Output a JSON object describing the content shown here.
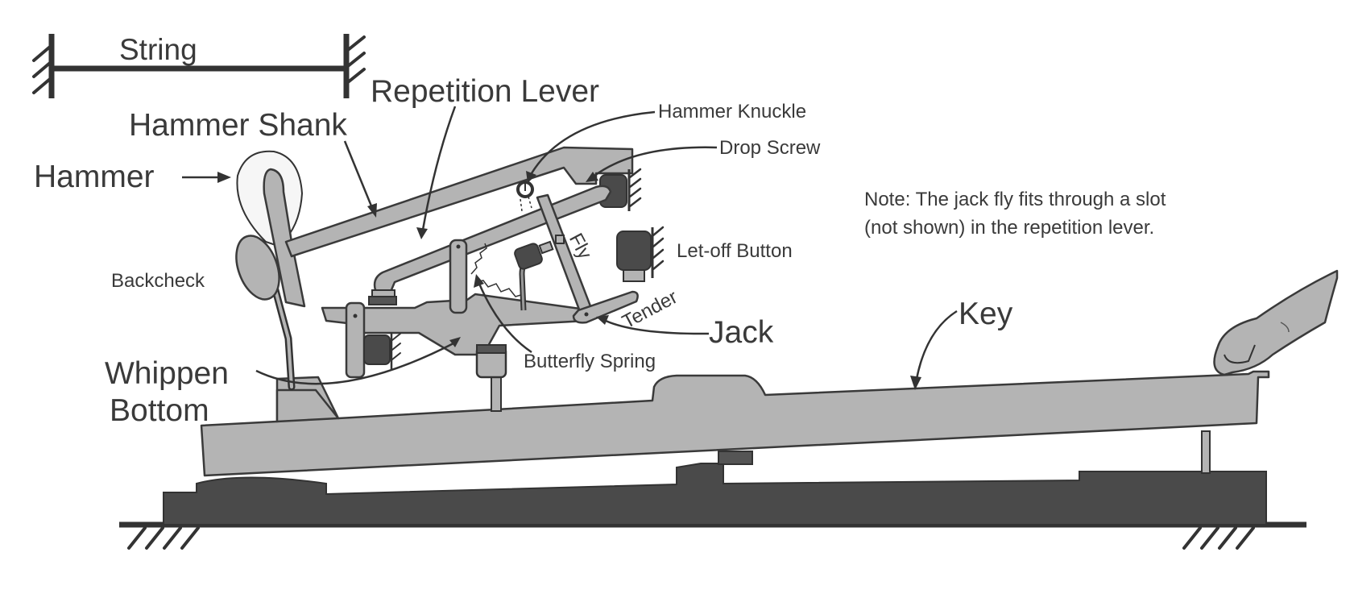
{
  "diagram": {
    "title": "Grand piano action",
    "colors": {
      "part_fill": "#b4b4b4",
      "dark_fill": "#4a4a4a",
      "outline": "#333333",
      "text": "#3a3a3a",
      "background": "#ffffff"
    },
    "labels": {
      "string": "String",
      "repetition_lever": "Repetition Lever",
      "hammer_shank": "Hammer Shank",
      "hammer_knuckle": "Hammer Knuckle",
      "drop_screw": "Drop Screw",
      "hammer": "Hammer",
      "let_off_button": "Let-off Button",
      "fly": "Fly",
      "tender": "Tender",
      "jack": "Jack",
      "backcheck": "Backcheck",
      "whippen_bottom_line1": "Whippen",
      "whippen_bottom_line2": "Bottom",
      "butterfly_spring": "Butterfly Spring",
      "key": "Key"
    },
    "note": {
      "line1": "Note: The jack fly fits through a slot",
      "line2": "(not shown) in the repetition lever."
    }
  }
}
